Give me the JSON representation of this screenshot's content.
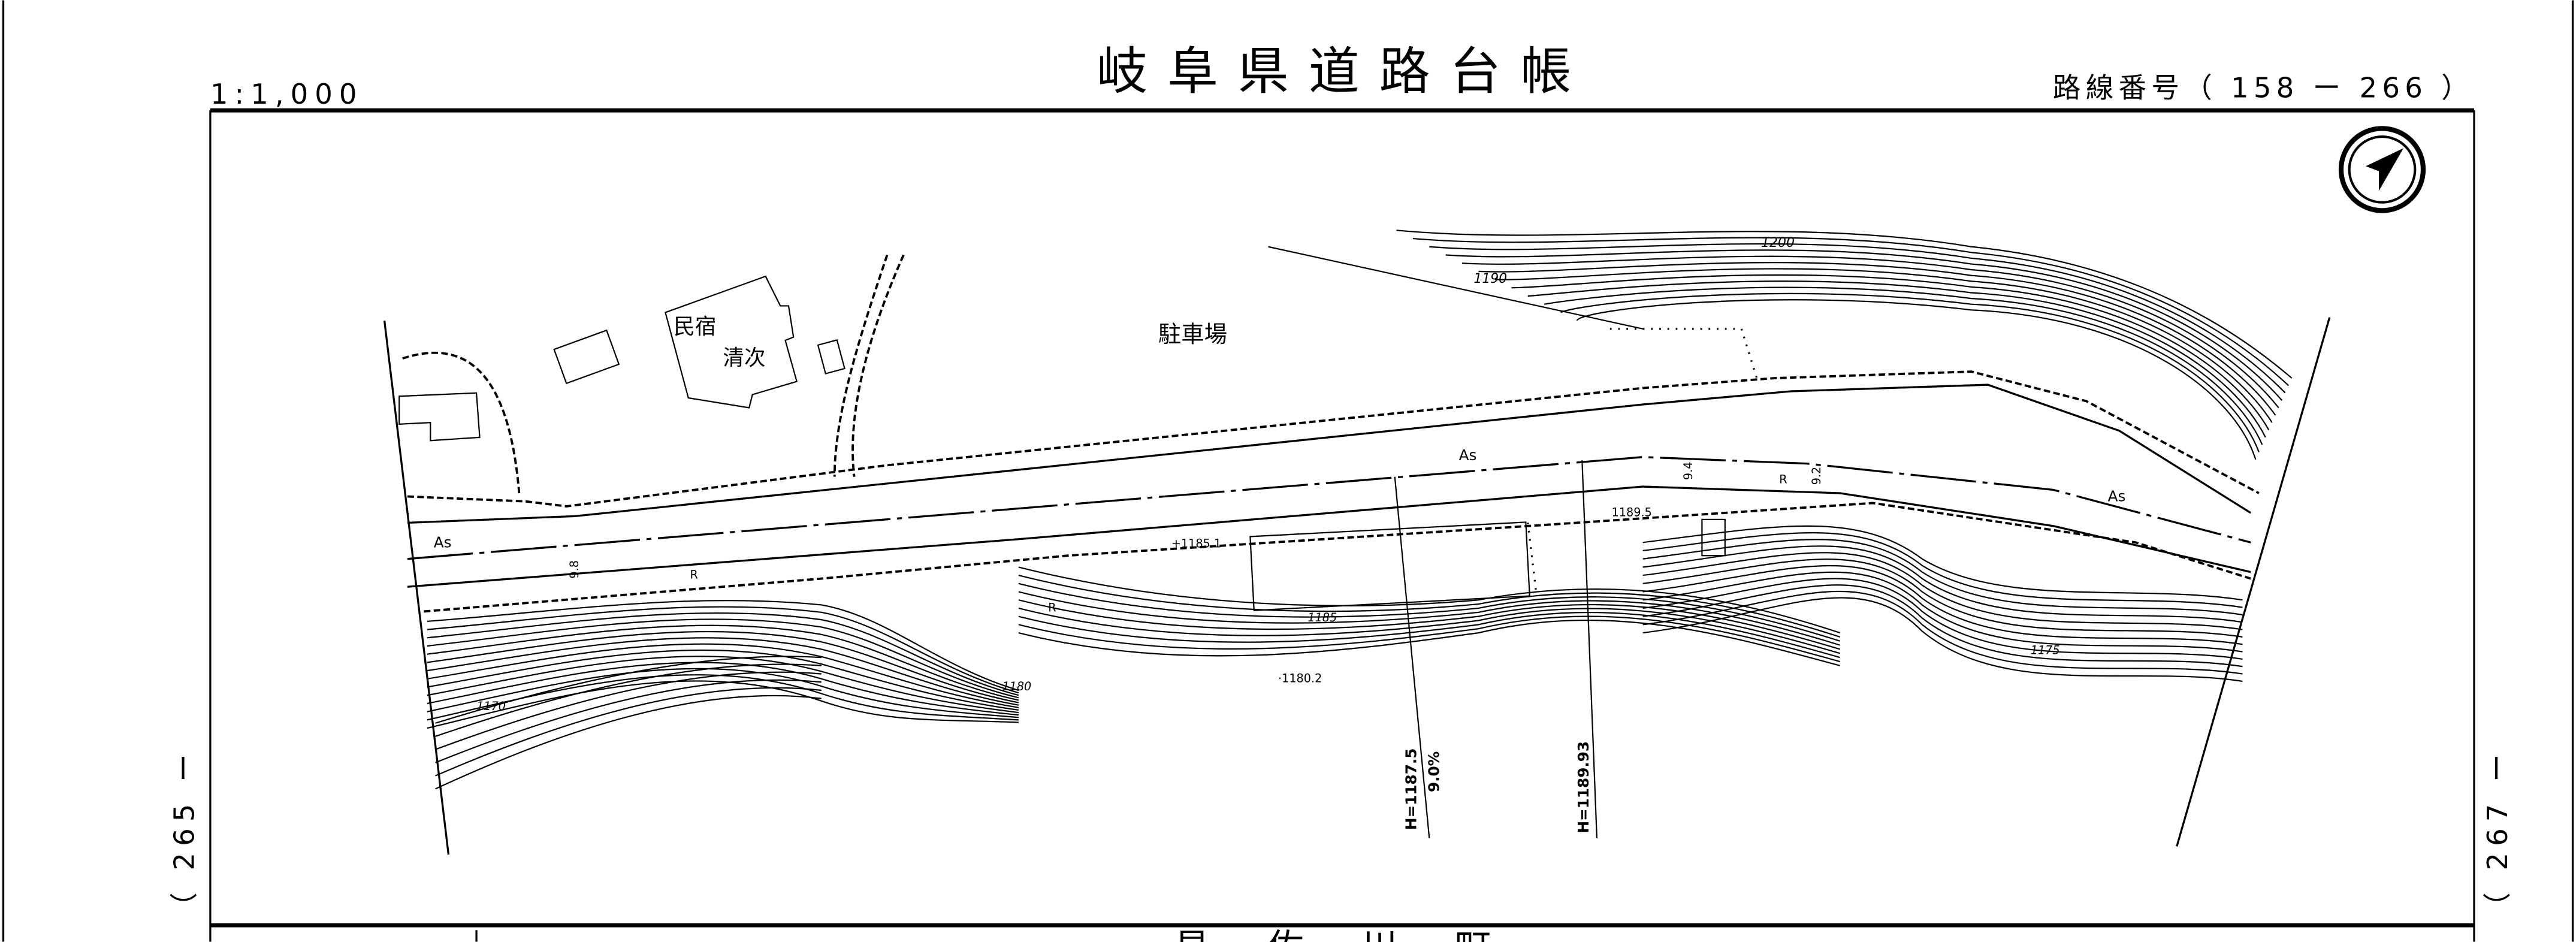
{
  "header": {
    "title": "岐阜県道路台帳",
    "scale": "1:1,000",
    "route_number": "路線番号（ 158 ー 266 ）"
  },
  "side": {
    "prev_sheet": "（ 265 ー",
    "next_sheet": "（ 267 ー"
  },
  "footer": {
    "place_name_partial": "見 佐 川 町"
  },
  "map": {
    "north_arrow": "north-arrow-icon",
    "buildings": {
      "inn_line1": "民宿",
      "inn_line2": "清次",
      "parking": "駐車場"
    },
    "surface_labels": [
      "As",
      "As",
      "As"
    ],
    "curb_labels": [
      "R",
      "R",
      "R"
    ],
    "widths": [
      "9.8",
      "9.4",
      "9.2"
    ],
    "spot_heights": [
      "+1185.1",
      "1189.5",
      "·1180.2"
    ],
    "contours": [
      "1200",
      "1190",
      "1185",
      "1175",
      "1170",
      "1180"
    ],
    "profile_marks": {
      "h1": "H=1187.5",
      "grade": "9.0%",
      "h2": "H=1189.93"
    }
  }
}
